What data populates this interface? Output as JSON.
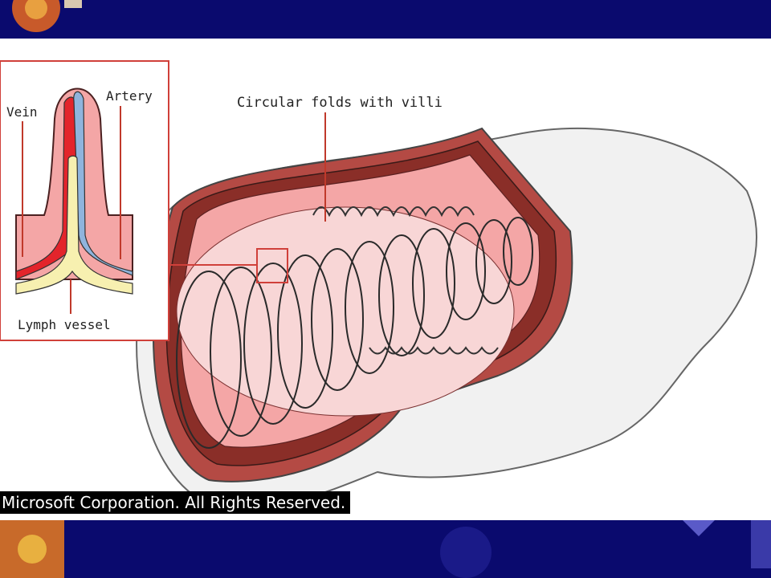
{
  "diagram": {
    "labels": {
      "vein": "Vein",
      "artery": "Artery",
      "lymph_vessel": "Lymph vessel",
      "circular_folds": "Circular folds with villi"
    },
    "credit": "Microsoft Corporation. All Rights Reserved."
  },
  "colors": {
    "background_band": "#0a0a6e",
    "vein": "#e3242b",
    "artery": "#8fb4dd",
    "lymph": "#f7f0b0",
    "tissue": "#f4a6a6",
    "muscle": "#7a2a24",
    "outer_wall": "#f1f1f1"
  }
}
